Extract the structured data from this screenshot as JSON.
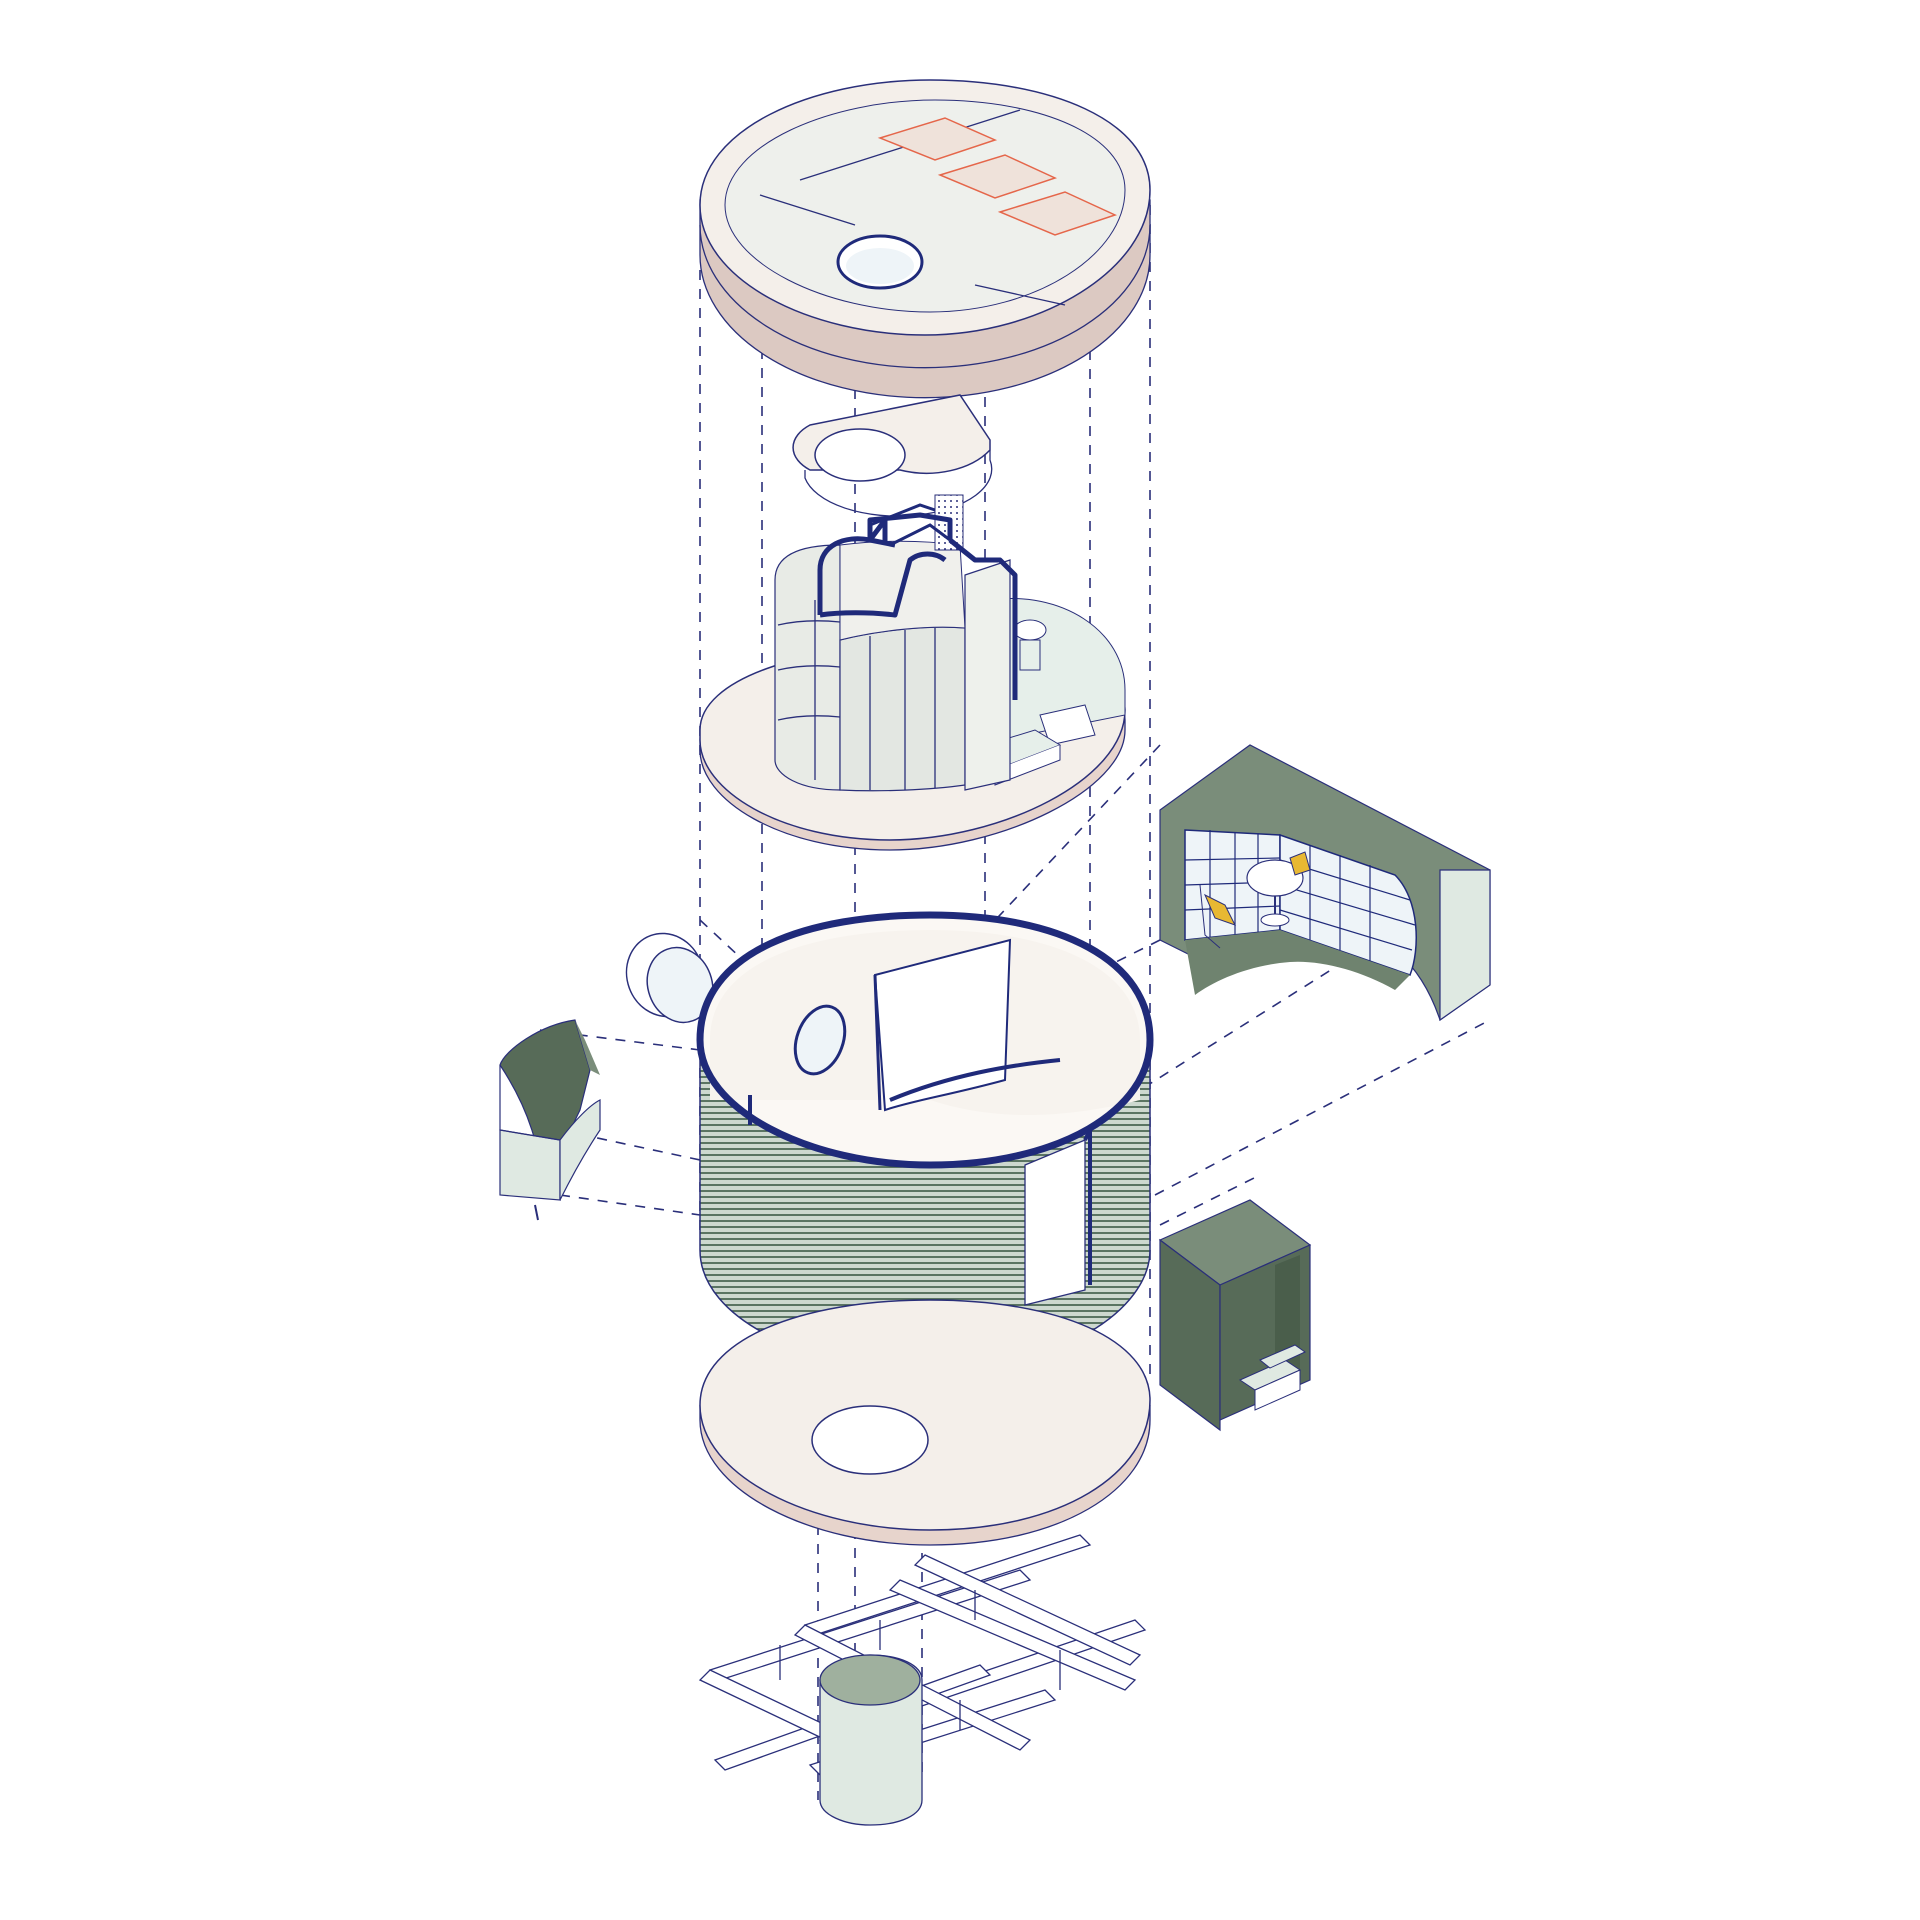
{
  "diagram": {
    "type": "exploded-axonometric",
    "colors": {
      "outline": "#2a2f7a",
      "accent_navy": "#1f2a7a",
      "slab": "#f4efea",
      "slab_edge": "#dcc9c2",
      "green": "#7a8d7a",
      "green_dark": "#576b58",
      "green_light": "#dfe9e2",
      "glass": "#eef4f8",
      "solar_panel": "#e5664a",
      "chair": "#e8b832"
    },
    "components": [
      {
        "name": "roof-slab-with-solar-panels",
        "icon": "roof-icon"
      },
      {
        "name": "mezzanine-slab",
        "icon": "slab-icon"
      },
      {
        "name": "interior-core-and-floor",
        "icon": "core-icon"
      },
      {
        "name": "round-window-frame",
        "icon": "window-icon"
      },
      {
        "name": "printed-shell-wall",
        "icon": "wall-icon"
      },
      {
        "name": "dining-bay-module",
        "icon": "bay-icon"
      },
      {
        "name": "curved-bench-module",
        "icon": "bench-icon"
      },
      {
        "name": "stair-module",
        "icon": "stair-icon"
      },
      {
        "name": "ground-slab",
        "icon": "slab-icon"
      },
      {
        "name": "foundation-grid",
        "icon": "grid-icon"
      }
    ]
  }
}
